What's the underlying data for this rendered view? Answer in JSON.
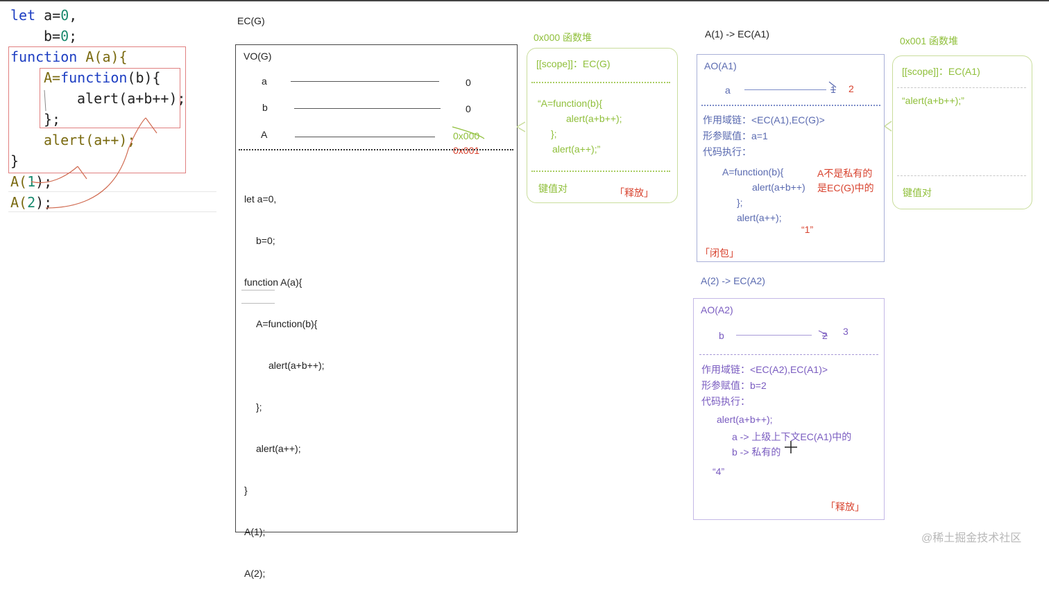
{
  "code": {
    "line1_kw": "let",
    "line1_a": " a=",
    "line1_num": "0",
    "line1_end": ",",
    "line2_b": "b=",
    "line2_num": "0",
    "line2_end": ";",
    "line3_kw": "function",
    "line3_rest": " A(a){",
    "line4_a": "A=",
    "line4_kw": "function",
    "line4_rest": "(b){",
    "line5": "alert(a+b++);",
    "line6": "};",
    "line7": "alert(a++);",
    "line8": "}",
    "call1_fn": "A(",
    "call1_num": "1",
    "call1_end": ");",
    "call2_fn": "A(",
    "call2_num": "2",
    "call2_end": ");"
  },
  "ecg": {
    "title": "EC(G)",
    "vo_title": "VO(G)",
    "vars": [
      {
        "name": "a",
        "value": "0"
      },
      {
        "name": "b",
        "value": "0"
      },
      {
        "name": "A",
        "value": "0x000",
        "value2": "0x001"
      }
    ],
    "code_lines": [
      "let a=0,",
      "b=0;",
      "function A(a){",
      "A=function(b){",
      "alert(a+b++);",
      "};",
      "alert(a++);",
      "}",
      "A(1);",
      "A(2);"
    ]
  },
  "heap0": {
    "title": "0x000 函数堆",
    "scope": "[[scope]]：EC(G)",
    "code_lines": [
      "“A=function(b){",
      "alert(a+b++);",
      "};",
      "alert(a++);”"
    ],
    "kv": "键值对",
    "release": "「释放」"
  },
  "eca1": {
    "title": "A(1) -> EC(A1)",
    "ao_title": "AO(A1)",
    "var_name": "a",
    "var_old": "1",
    "var_new": "2",
    "scope_chain": "作用域链：<EC(A1),EC(G)>",
    "param": "形参赋值：a=1",
    "exec": "代码执行：",
    "code_lines": [
      "A=function(b){",
      "alert(a+b++)",
      "};",
      "alert(a++);"
    ],
    "note_line1": "A不是私有的",
    "note_line2": "是EC(G)中的",
    "output": "“1”",
    "closure": "「闭包」"
  },
  "heap1": {
    "title": "0x001 函数堆",
    "scope": "[[scope]]：EC(A1)",
    "code": "“alert(a+b++);”",
    "kv": "键值对"
  },
  "eca2": {
    "title": "A(2) -> EC(A2)",
    "ao_title": "AO(A2)",
    "var_name": "b",
    "var_old": "2",
    "var_new": "3",
    "scope_chain": "作用域链：<EC(A2),EC(A1)>",
    "param": "形参赋值：b=2",
    "exec": "代码执行：",
    "code_line": "alert(a+b++);",
    "a_note": "a -> 上级上下文EC(A1)中的",
    "b_note": "b -> 私有的",
    "output": "“4”",
    "release": "「释放」"
  },
  "watermark": "@稀土掘金技术社区",
  "colors": {
    "keyword": "#1d3ec2",
    "number": "#1a8a6e",
    "heap_green": "#8fbf3a",
    "ao_blue": "#5a6ab0",
    "ao_purple": "#7a5cc0",
    "annotation_red": "#d8432f",
    "hand_drawn": "#d06a50"
  }
}
